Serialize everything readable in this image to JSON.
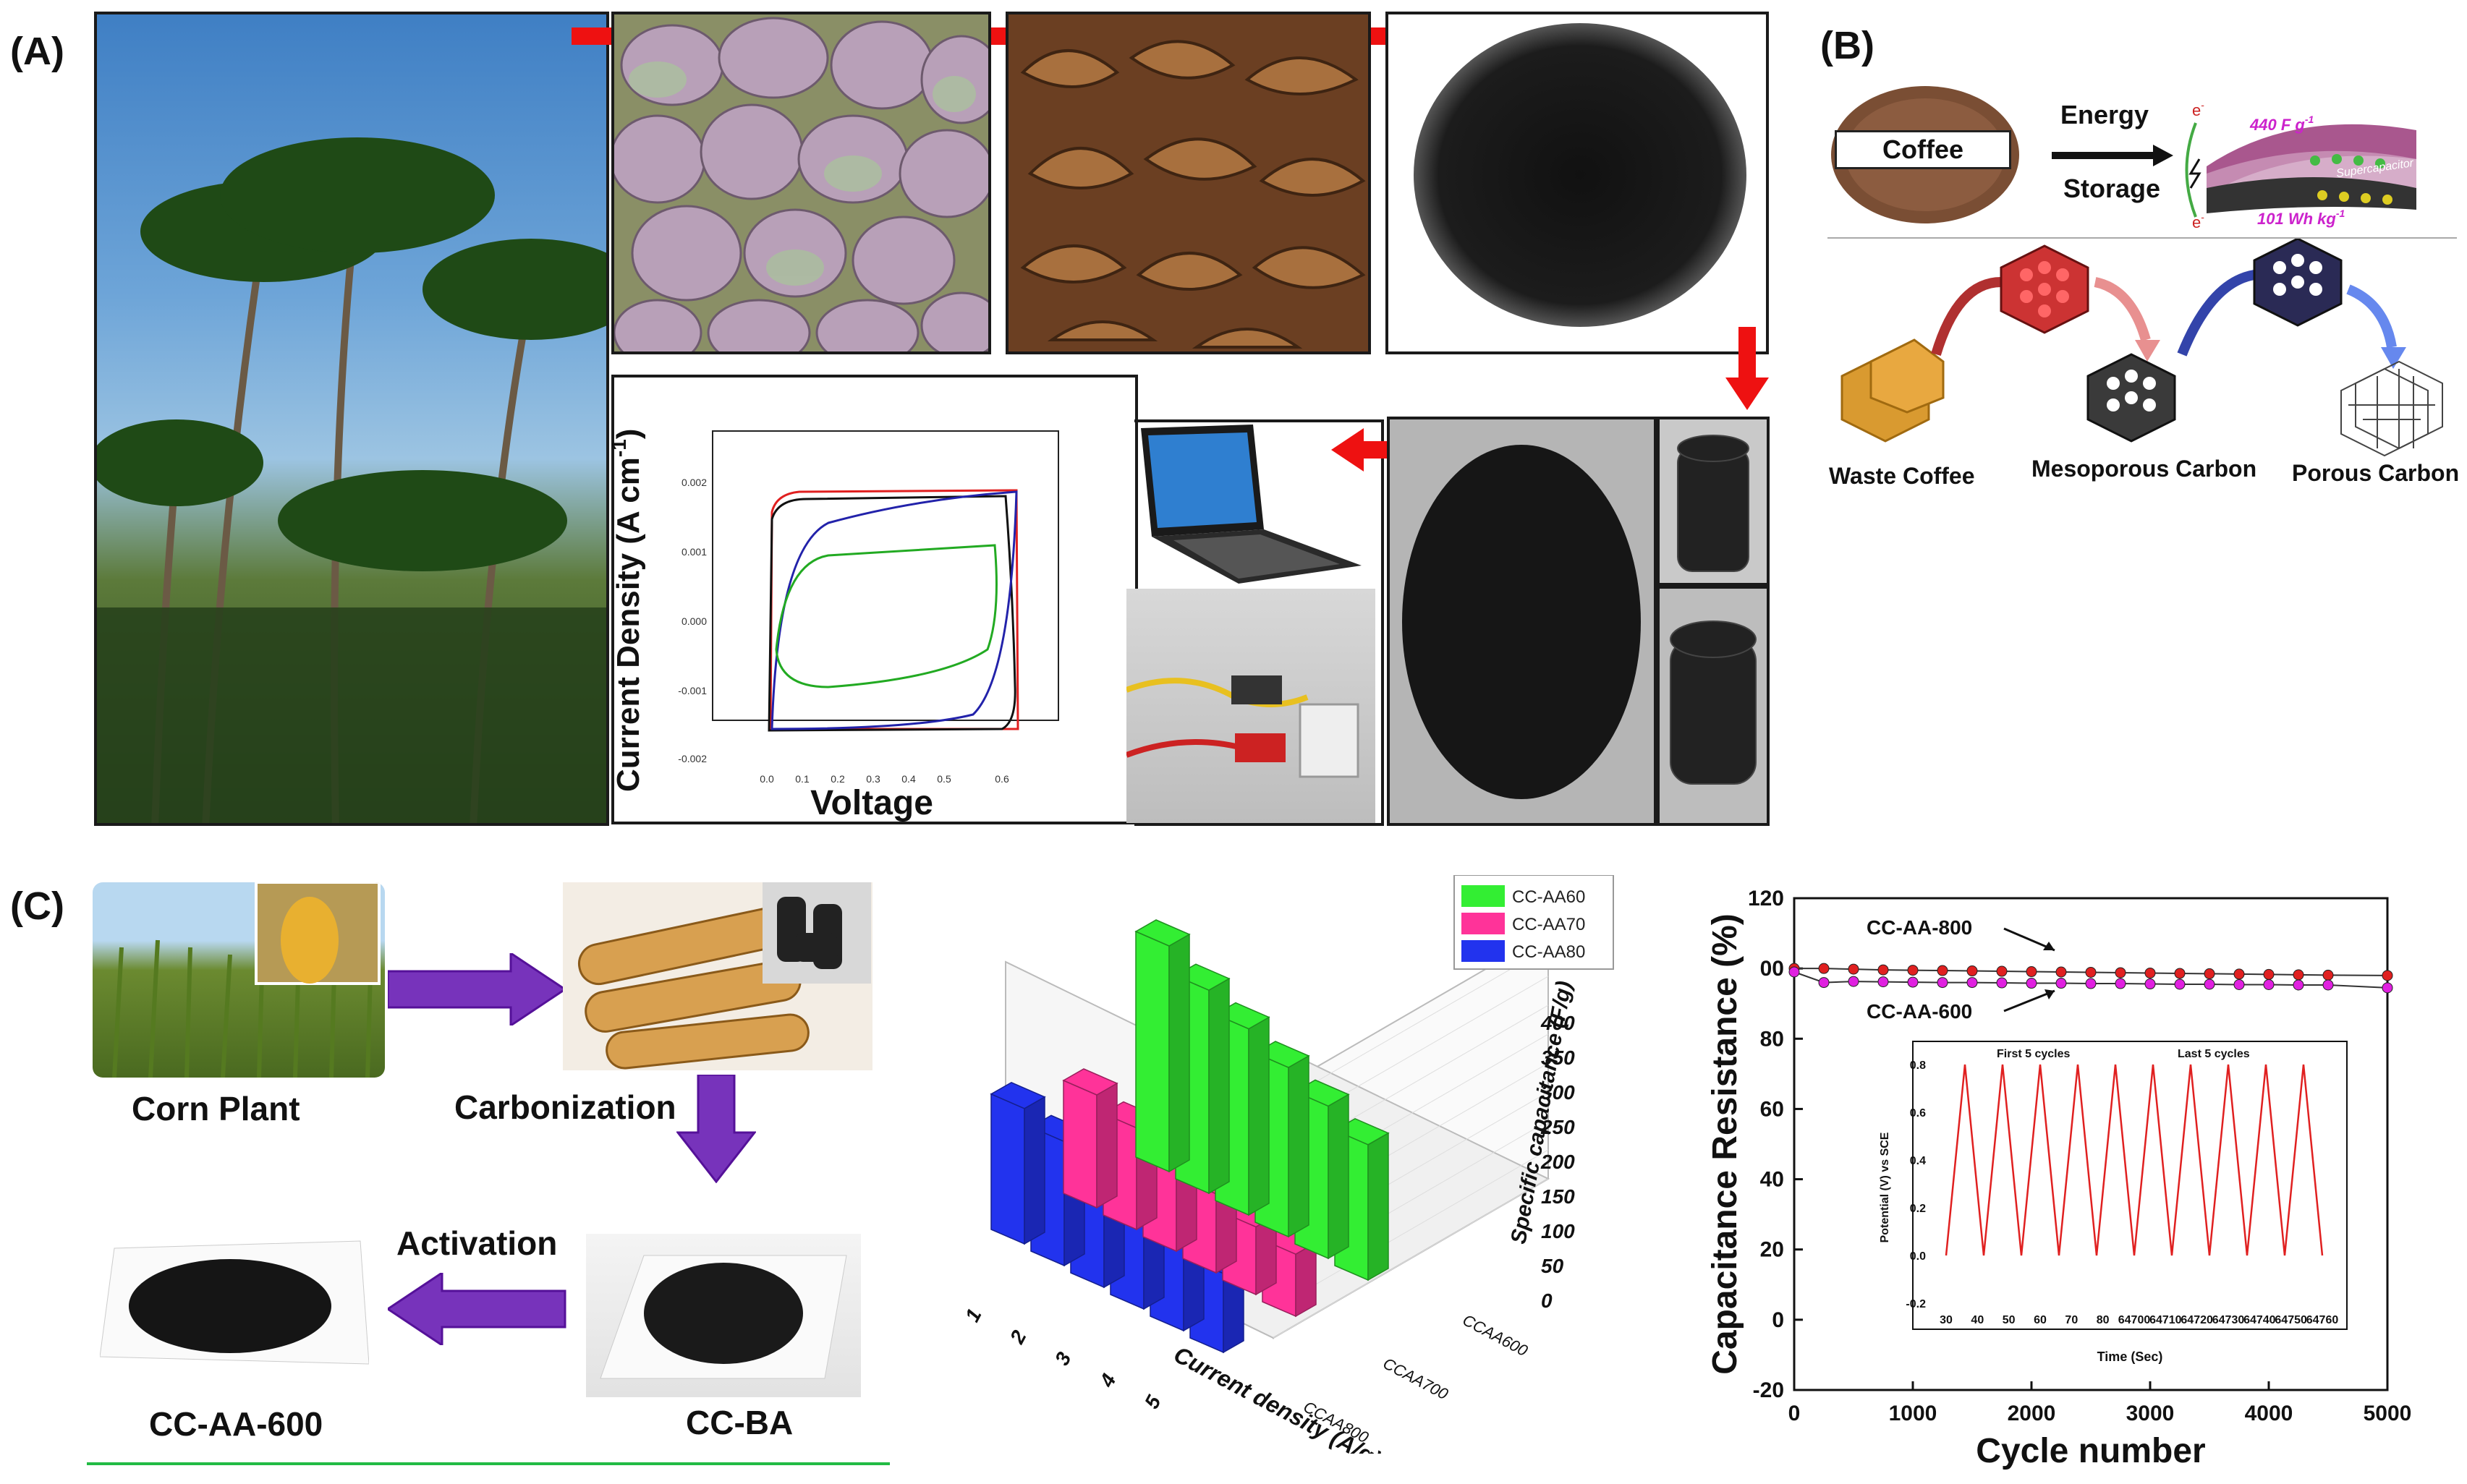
{
  "panels": {
    "a": "(A)",
    "b": "(B)",
    "c": "(C)"
  },
  "panel_a": {
    "cv_chart": {
      "ylabel_main": "Current Density (A cm",
      "ylabel_sup": "-1",
      "ylabel_close": ")",
      "xlabel": "Voltage",
      "y_ticks": [
        "0.002",
        "0.001",
        "0.000",
        "-0.001",
        "-0.002"
      ],
      "x_ticks": [
        "0.0",
        "0.1",
        "0.2",
        "0.3",
        "0.4",
        "0.5",
        "0.6"
      ]
    }
  },
  "panel_b": {
    "coffee_label": "Coffee",
    "energy_label": "Energy",
    "storage_label": "Storage",
    "cap_label": "440 F g",
    "cap_sup": "-1",
    "energy_density_label": "101 Wh kg",
    "energy_density_sup": "-1",
    "device_label": "Supercapacitor",
    "electron_label": "e",
    "electron_sup": "-",
    "waste_label": "Waste Coffee",
    "meso_label": "Mesoporous Carbon",
    "porous_label": "Porous Carbon"
  },
  "panel_c": {
    "corn_label": "Corn Plant",
    "carbonization_label": "Carbonization",
    "activation_label": "Activation",
    "ccaa_label": "CC-AA-600",
    "ccba_label": "CC-BA"
  },
  "bar3d": {
    "legend": [
      {
        "name": "CC-AA60",
        "color": "#33ee33"
      },
      {
        "name": "CC-AA70",
        "color": "#ff3399"
      },
      {
        "name": "CC-AA80",
        "color": "#2233ee"
      }
    ],
    "z_label": "Specific capacitance (F/g)",
    "z_ticks": [
      "0",
      "50",
      "100",
      "150",
      "200",
      "250",
      "300",
      "350",
      "400"
    ],
    "x_label": "Current density (A/g)",
    "x_ticks": [
      "1",
      "2",
      "3",
      "4",
      "5"
    ],
    "depth_ticks": [
      "CCAA600",
      "CCAA700",
      "CCAA800"
    ]
  },
  "chart_data": {
    "type": "line",
    "ylabel": "Capacitance Resistance (%)",
    "xlabel": "Cycle number",
    "ylim": [
      -20,
      120
    ],
    "xlim": [
      0,
      5000
    ],
    "y_ticks": [
      "120",
      "00",
      "80",
      "60",
      "40",
      "20",
      "0",
      "-20"
    ],
    "x_ticks": [
      "0",
      "1000",
      "2000",
      "3000",
      "4000",
      "5000"
    ],
    "series": [
      {
        "name": "CC-AA-800",
        "color": "#e02020",
        "x": [
          0,
          250,
          500,
          750,
          1000,
          1250,
          1500,
          1750,
          2000,
          2250,
          2500,
          2750,
          3000,
          3250,
          3500,
          3750,
          4000,
          4250,
          4500,
          5000
        ],
        "y": [
          100,
          100,
          99.8,
          99.6,
          99.5,
          99.4,
          99.3,
          99.2,
          99.1,
          99.0,
          98.9,
          98.8,
          98.7,
          98.6,
          98.5,
          98.4,
          98.3,
          98.2,
          98.1,
          98.0
        ]
      },
      {
        "name": "CC-AA-600",
        "color": "#e020e0",
        "x": [
          0,
          250,
          500,
          750,
          1000,
          1250,
          1500,
          1750,
          2000,
          2250,
          2500,
          2750,
          3000,
          3250,
          3500,
          3750,
          4000,
          4250,
          4500,
          5000
        ],
        "y": [
          99,
          96,
          96.3,
          96.2,
          96.1,
          96.0,
          96.0,
          95.9,
          95.8,
          95.8,
          95.7,
          95.7,
          95.6,
          95.5,
          95.5,
          95.4,
          95.4,
          95.3,
          95.3,
          94.5
        ]
      }
    ],
    "inset": {
      "ylabel": "Potential (V) vs SCE",
      "xlabel": "Time (Sec)",
      "first_label": "First 5 cycles",
      "last_label": "Last 5 cycles",
      "y_ticks": [
        "0.8",
        "0.6",
        "0.4",
        "0.2",
        "0.0",
        "-0.2"
      ],
      "x_ticks": [
        "30",
        "40",
        "50",
        "60",
        "70",
        "80",
        "64700",
        "64710",
        "64720",
        "64730",
        "64740",
        "64750",
        "64760"
      ],
      "ylim": [
        -0.2,
        0.8
      ],
      "peak_v": 0.8,
      "trough_v": 0.0
    }
  }
}
